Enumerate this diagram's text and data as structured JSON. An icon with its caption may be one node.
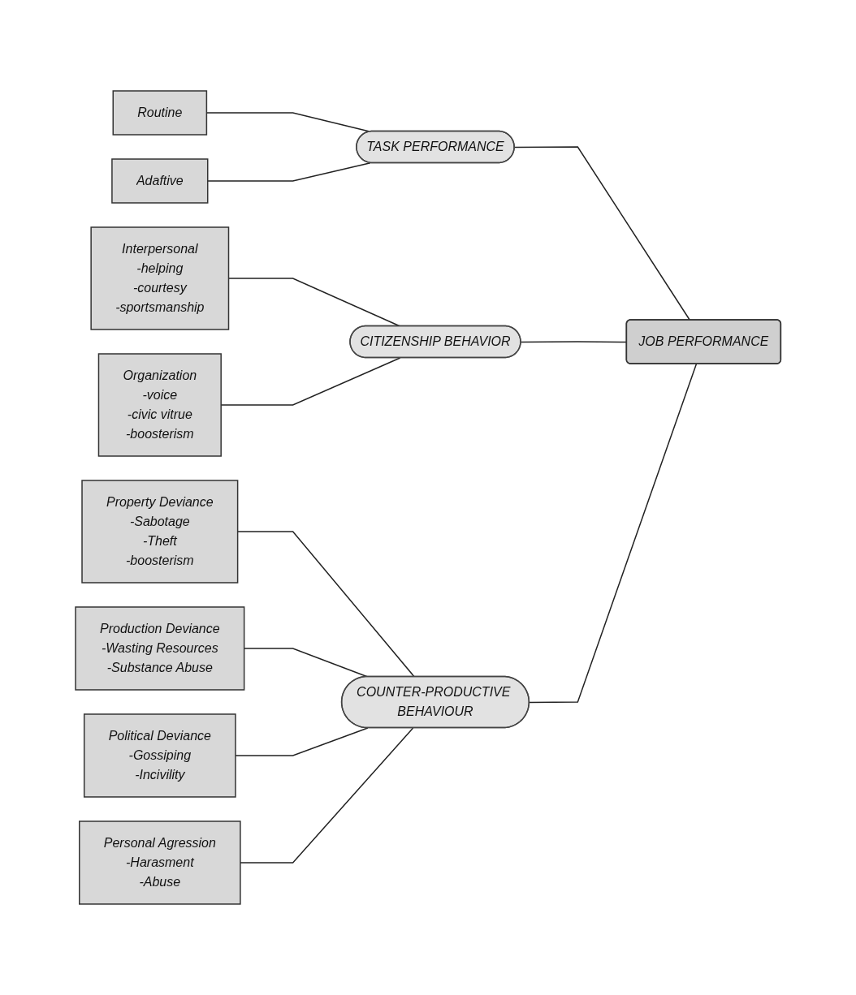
{
  "diagram": {
    "nodes": [
      {
        "text": [
          "Routine"
        ]
      },
      {
        "text": [
          "Adaftive"
        ]
      },
      {
        "text": [
          "TASK PERFORMANCE"
        ]
      },
      {
        "text": [
          "Interpersonal",
          "-helping",
          "-courtesy",
          "-sportsmanship"
        ]
      },
      {
        "text": [
          "Organization",
          "-voice",
          "-civic vitrue",
          "-boosterism"
        ]
      },
      {
        "text": [
          "CITIZENSHIP BEHAVIOR"
        ]
      },
      {
        "text": [
          "JOB PERFORMANCE"
        ]
      },
      {
        "text": [
          "Property Deviance",
          "-Sabotage",
          "-Theft",
          "-boosterism"
        ]
      },
      {
        "text": [
          "Production Deviance",
          "-Wasting Resources",
          "-Substance Abuse"
        ]
      },
      {
        "text": [
          "Political Deviance",
          "-Gossiping",
          "-Incivility"
        ]
      },
      {
        "text": [
          "Personal Agression",
          "-Harasment",
          "-Abuse"
        ]
      },
      {
        "text": [
          "COUNTER-PRODUCTIVE BEHAVIOUR"
        ]
      }
    ],
    "edges": [
      {
        "from": 0,
        "to": 2,
        "arrow": "none"
      },
      {
        "from": 1,
        "to": 2,
        "arrow": "none"
      },
      {
        "from": 2,
        "to": 6,
        "arrow": "none"
      },
      {
        "from": 3,
        "to": 5,
        "arrow": "none"
      },
      {
        "from": 4,
        "to": 5,
        "arrow": "none"
      },
      {
        "from": 5,
        "to": 6,
        "arrow": "none"
      },
      {
        "from": 7,
        "to": 11,
        "arrow": "none"
      },
      {
        "from": 8,
        "to": 11,
        "arrow": "none"
      },
      {
        "from": 9,
        "to": 11,
        "arrow": "none"
      },
      {
        "from": 10,
        "to": 11,
        "arrow": "none"
      },
      {
        "from": 11,
        "to": 6,
        "arrow": "none"
      }
    ]
  }
}
